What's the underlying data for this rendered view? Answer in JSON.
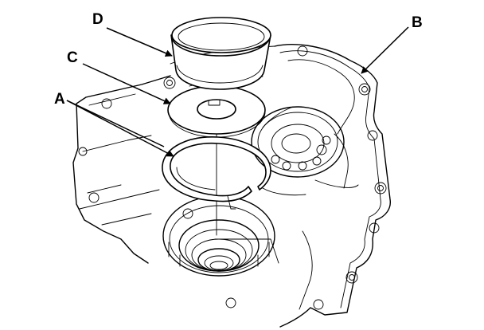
{
  "callouts": {
    "a": "A",
    "b": "B",
    "c": "C",
    "d": "D"
  },
  "parts": {
    "a": "snap-ring",
    "b": "transmission-housing",
    "c": "thrust-washer",
    "d": "bearing-race"
  }
}
